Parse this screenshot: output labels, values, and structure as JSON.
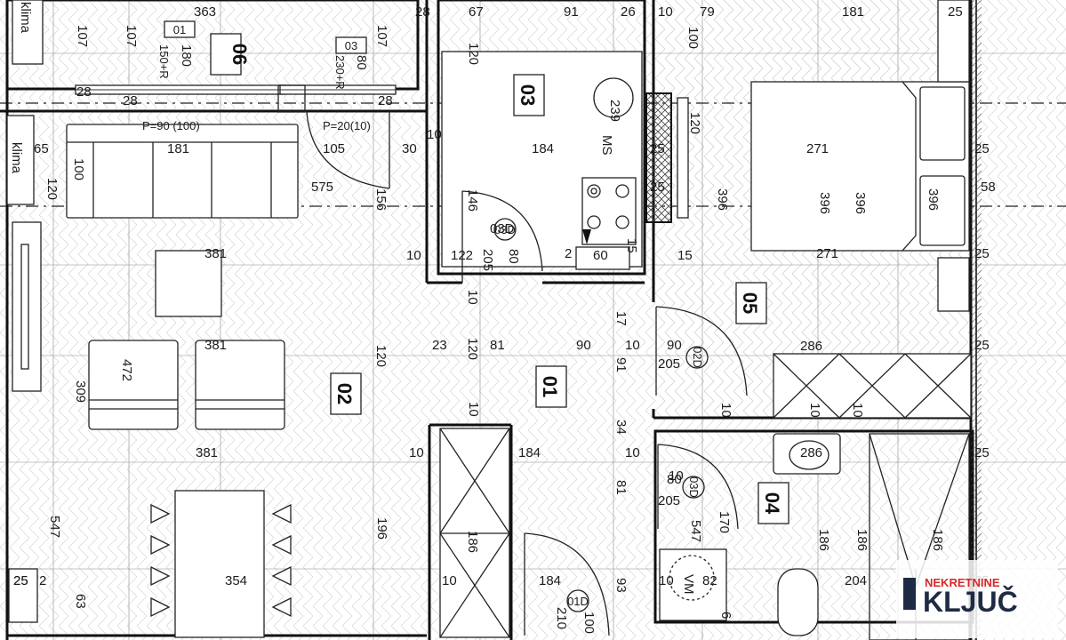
{
  "rooms": [
    {
      "id": "r01",
      "label": "01"
    },
    {
      "id": "r02",
      "label": "02"
    },
    {
      "id": "r03",
      "label": "03"
    },
    {
      "id": "r04",
      "label": "04"
    },
    {
      "id": "r05",
      "label": "05"
    },
    {
      "id": "r06",
      "label": "06"
    }
  ],
  "tags": {
    "window_01": "01",
    "window_03": "03",
    "door_01D": "01D",
    "door_02D": "02D",
    "door_03D_a": "03D",
    "door_03D_b": "03D"
  },
  "labels": {
    "klima_top": "klima",
    "klima_left": "klima",
    "ms": "MS",
    "vm": "VM",
    "p90": "P=90 (100)",
    "p20": "P=20(10)",
    "win_150r": "150+R",
    "win_230r": "230+R",
    "box_25": "25"
  },
  "dimensions": [
    "363",
    "28",
    "67",
    "91",
    "26",
    "10",
    "79",
    "181",
    "25",
    "107",
    "107",
    "180",
    "107",
    "80",
    "120",
    "100",
    "28",
    "28",
    "28",
    "239",
    "120",
    "65",
    "181",
    "105",
    "30",
    "10",
    "184",
    "25",
    "271",
    "25",
    "100",
    "575",
    "120",
    "146",
    "25",
    "396",
    "396",
    "396",
    "396",
    "58",
    "156",
    "03D",
    "205",
    "80",
    "381",
    "10",
    "122",
    "2",
    "60",
    "15",
    "271",
    "25",
    "15",
    "10",
    "17",
    "286",
    "381",
    "23",
    "120",
    "81",
    "90",
    "10",
    "90",
    "205",
    "25",
    "472",
    "309",
    "120",
    "91",
    "10",
    "10",
    "34",
    "10",
    "10",
    "10",
    "381",
    "10",
    "184",
    "10",
    "286",
    "25",
    "80",
    "205",
    "81",
    "170",
    "547",
    "196",
    "186",
    "547",
    "186",
    "186",
    "186",
    "25",
    "2",
    "354",
    "10",
    "184",
    "93",
    "10",
    "82",
    "204",
    "25",
    "63",
    "210",
    "100",
    "6"
  ],
  "logo": {
    "text": "KLJUČ",
    "subtext": "NEKRETNINE"
  }
}
